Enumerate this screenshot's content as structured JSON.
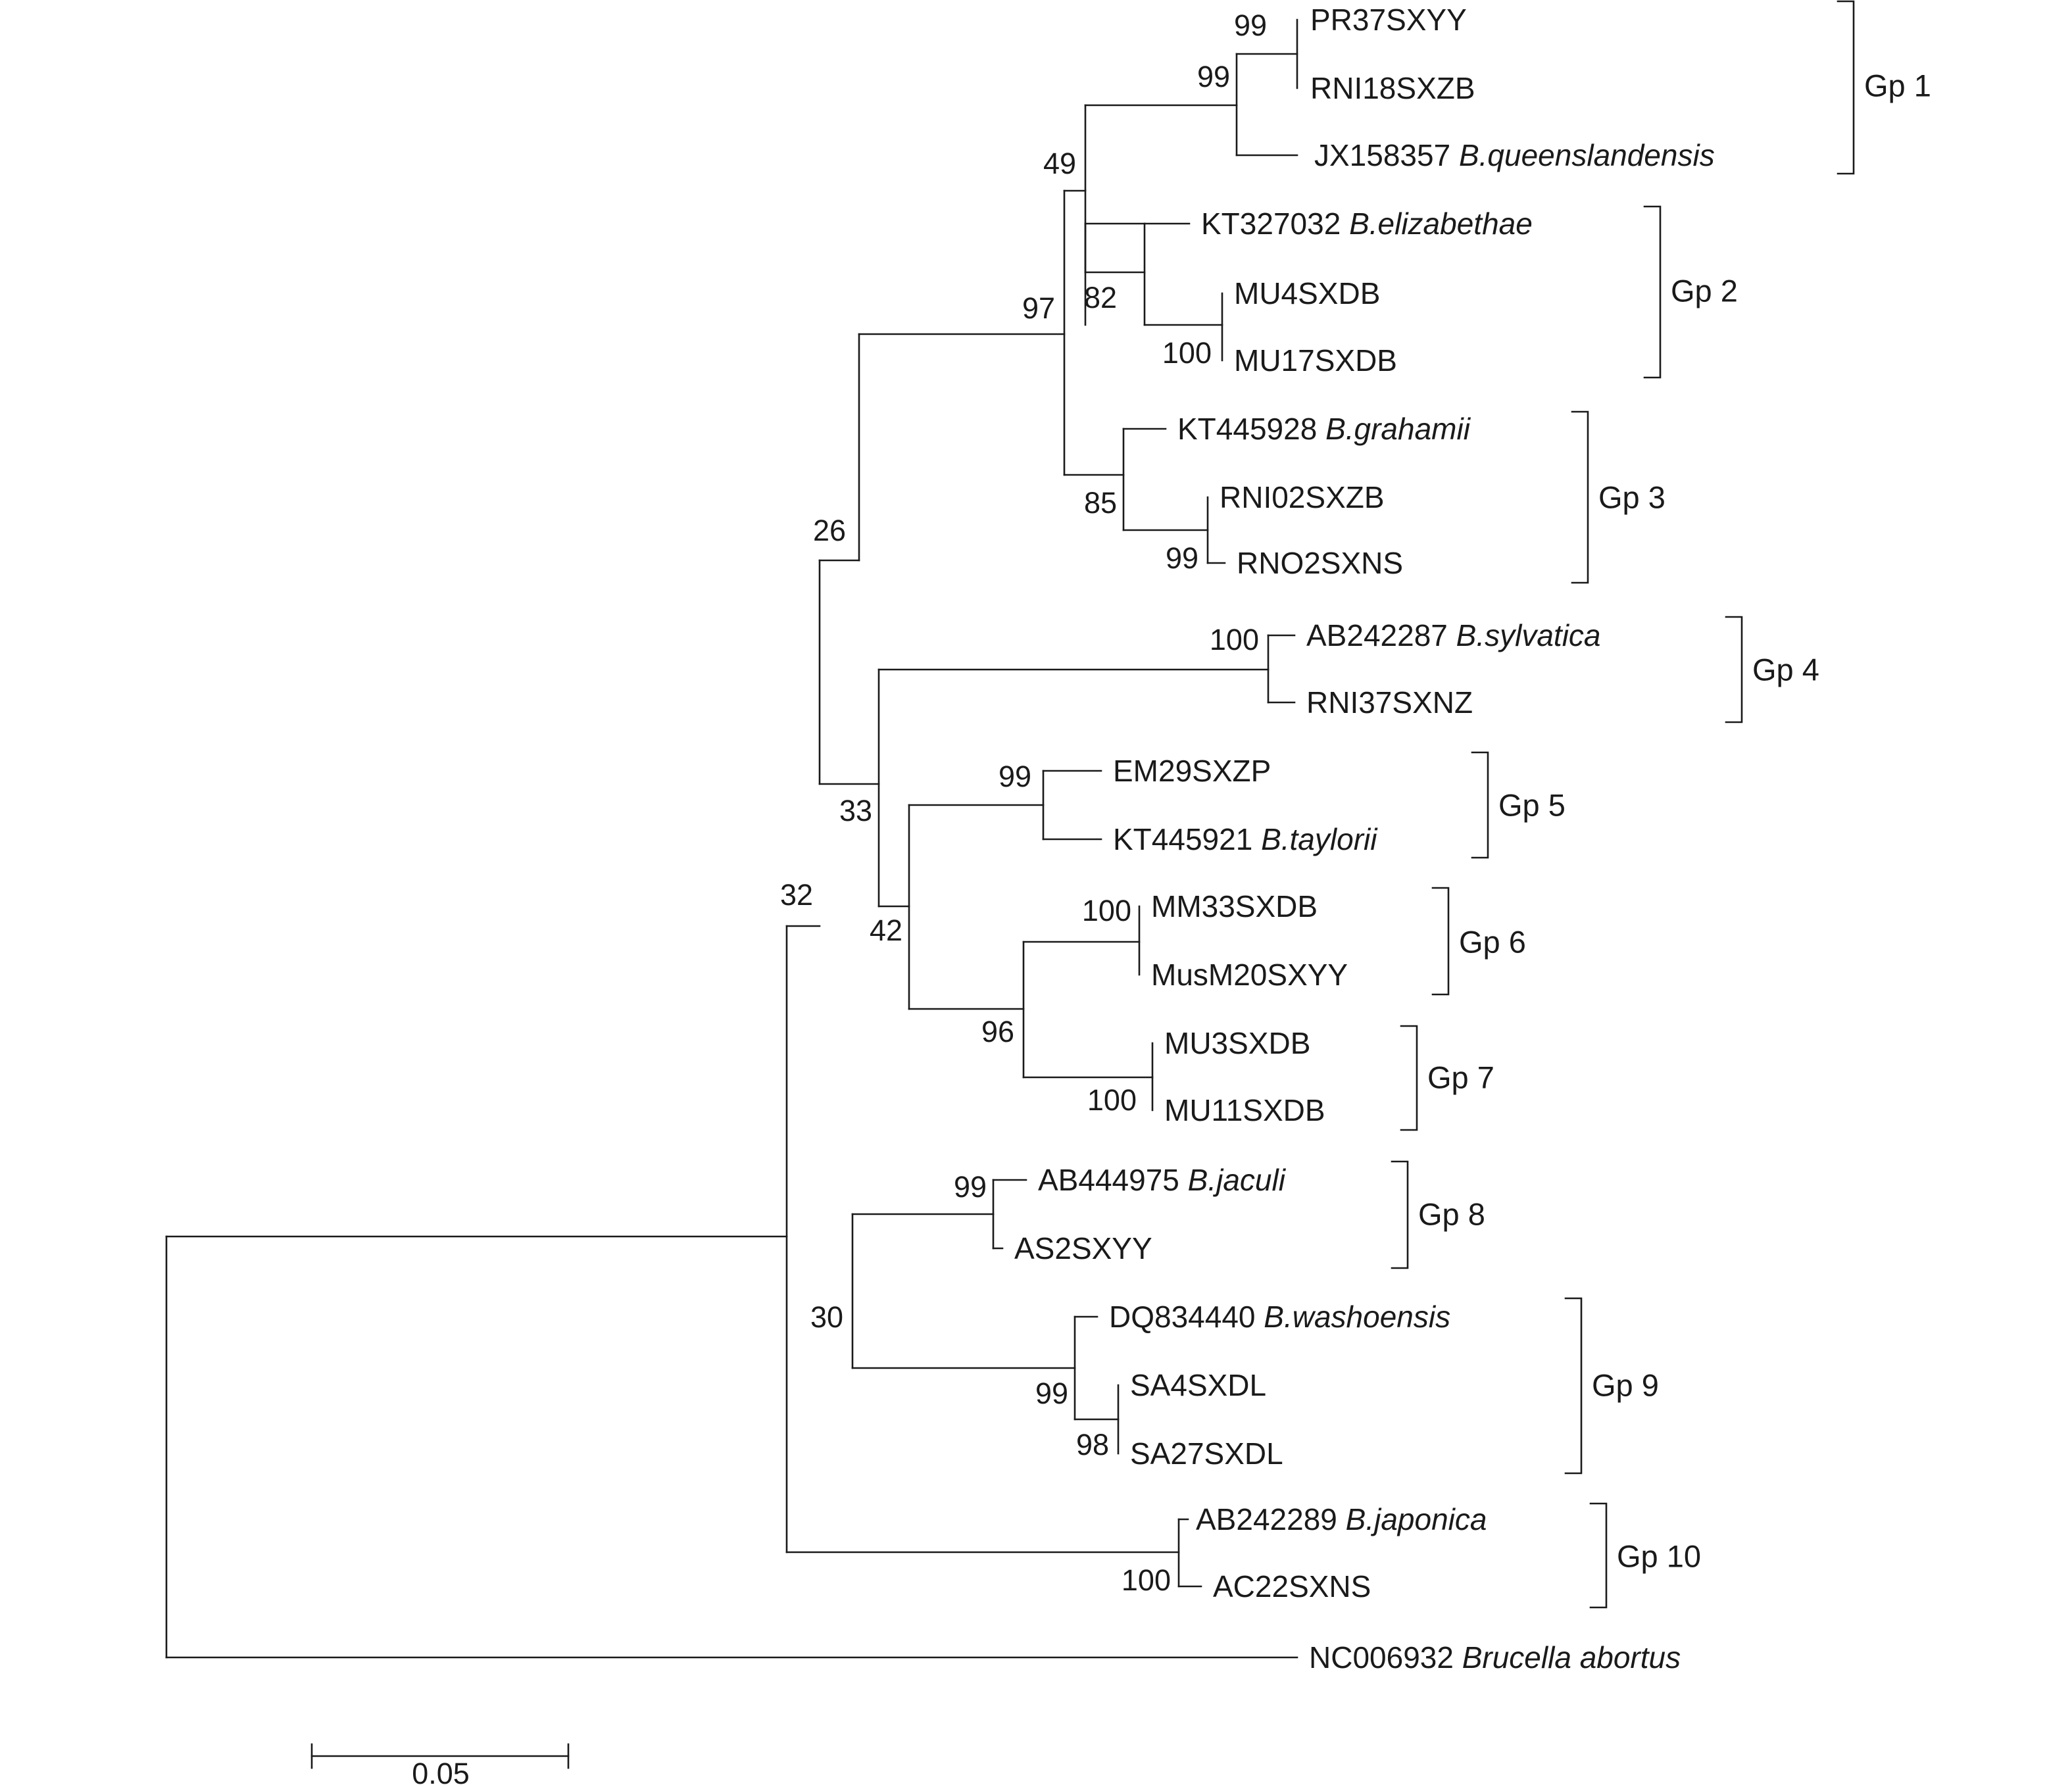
{
  "tree": {
    "taxa": [
      {
        "id": "PR37SXYY",
        "acc": "PR37SXYY",
        "species": ""
      },
      {
        "id": "RNI18SXZB",
        "acc": "RNI18SXZB",
        "species": ""
      },
      {
        "id": "JX158357",
        "acc": "JX158357",
        "species": "B.queenslandensis"
      },
      {
        "id": "KT327032",
        "acc": "KT327032",
        "species": "B.elizabethae"
      },
      {
        "id": "MU4SXDB",
        "acc": "MU4SXDB",
        "species": ""
      },
      {
        "id": "MU17SXDB",
        "acc": "MU17SXDB",
        "species": ""
      },
      {
        "id": "KT445928",
        "acc": "KT445928",
        "species": "B.grahamii"
      },
      {
        "id": "RNI02SXZB",
        "acc": "RNI02SXZB",
        "species": ""
      },
      {
        "id": "RNO2SXNS",
        "acc": "RNO2SXNS",
        "species": ""
      },
      {
        "id": "AB242287",
        "acc": "AB242287",
        "species": "B.sylvatica"
      },
      {
        "id": "RNI37SXNZ",
        "acc": "RNI37SXNZ",
        "species": ""
      },
      {
        "id": "EM29SXZP",
        "acc": "EM29SXZP",
        "species": ""
      },
      {
        "id": "KT445921",
        "acc": "KT445921",
        "species": "B.taylorii"
      },
      {
        "id": "MM33SXDB",
        "acc": "MM33SXDB",
        "species": ""
      },
      {
        "id": "MusM20SXYY",
        "acc": "MusM20SXYY",
        "species": ""
      },
      {
        "id": "MU3SXDB",
        "acc": "MU3SXDB",
        "species": ""
      },
      {
        "id": "MU11SXDB",
        "acc": "MU11SXDB",
        "species": ""
      },
      {
        "id": "AB444975",
        "acc": "AB444975",
        "species": "B.jaculi"
      },
      {
        "id": "AS2SXYY",
        "acc": "AS2SXYY",
        "species": ""
      },
      {
        "id": "DQ834440",
        "acc": "DQ834440",
        "species": "B.washoensis"
      },
      {
        "id": "SA4SXDL",
        "acc": "SA4SXDL",
        "species": ""
      },
      {
        "id": "SA27SXDL",
        "acc": "SA27SXDL",
        "species": ""
      },
      {
        "id": "AB242289",
        "acc": "AB242289",
        "species": "B.japonica"
      },
      {
        "id": "AC22SXNS",
        "acc": "AC22SXNS",
        "species": ""
      },
      {
        "id": "NC006932",
        "acc": "NC006932",
        "species": "Brucella abortus"
      }
    ],
    "bootstrap": {
      "gp1_inner": "99",
      "gp1": "99",
      "gp12": "49",
      "gp2": "82",
      "gp2_inner": "100",
      "gp123": "97",
      "gp3": "85",
      "gp3_inner": "99",
      "gp1to7": "26",
      "gp4": "100",
      "gp4to7": "33",
      "gp5": "99",
      "gp5to7": "42",
      "gp6": "100",
      "gp67": "96",
      "gp7": "100",
      "gp1to9": "32",
      "gp8": "99",
      "gp89": "30",
      "gp9": "99",
      "gp9_inner": "98",
      "gp10": "100"
    },
    "groups": [
      "Gp 1",
      "Gp 2",
      "Gp 3",
      "Gp 4",
      "Gp 5",
      "Gp 6",
      "Gp 7",
      "Gp 8",
      "Gp 9",
      "Gp 10"
    ],
    "scale_bar": "0.05"
  }
}
